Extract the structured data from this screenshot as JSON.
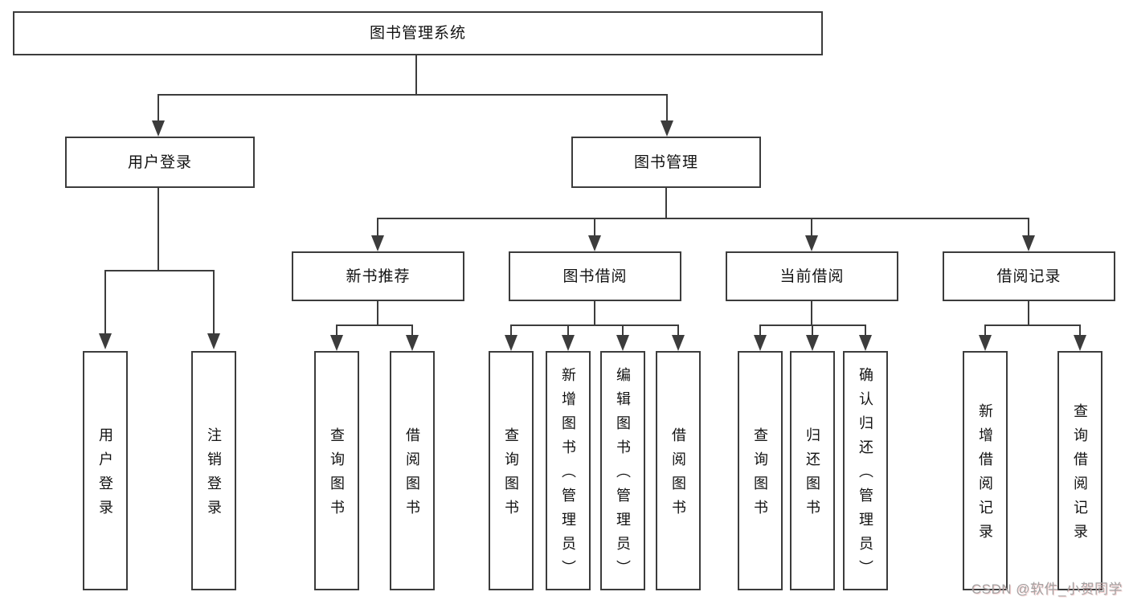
{
  "colors": {
    "background": "#ffffff",
    "line": "#3c3c3c",
    "box_border": "#3c3c3c",
    "box_fill": "#ffffff",
    "text": "#121212",
    "watermark": "#a2a2a2"
  },
  "nodes": {
    "root": {
      "label": "图书管理系统"
    },
    "level2": [
      {
        "label": "用户登录"
      },
      {
        "label": "图书管理"
      }
    ],
    "level3": [
      {
        "label": "新书推荐"
      },
      {
        "label": "图书借阅"
      },
      {
        "label": "当前借阅"
      },
      {
        "label": "借阅记录"
      }
    ],
    "leaves": [
      {
        "label": "用户登录"
      },
      {
        "label": "注销登录"
      },
      {
        "label": "查询图书"
      },
      {
        "label": "借阅图书"
      },
      {
        "label": "查询图书"
      },
      {
        "label": "新增图书（管理员）"
      },
      {
        "label": "编辑图书（管理员）"
      },
      {
        "label": "借阅图书"
      },
      {
        "label": "查询图书"
      },
      {
        "label": "归还图书"
      },
      {
        "label": "确认归还（管理员）"
      },
      {
        "label": "新增借阅记录"
      },
      {
        "label": "查询借阅记录"
      }
    ]
  },
  "watermark": {
    "text": "CSDN @软件_小贺同学"
  }
}
